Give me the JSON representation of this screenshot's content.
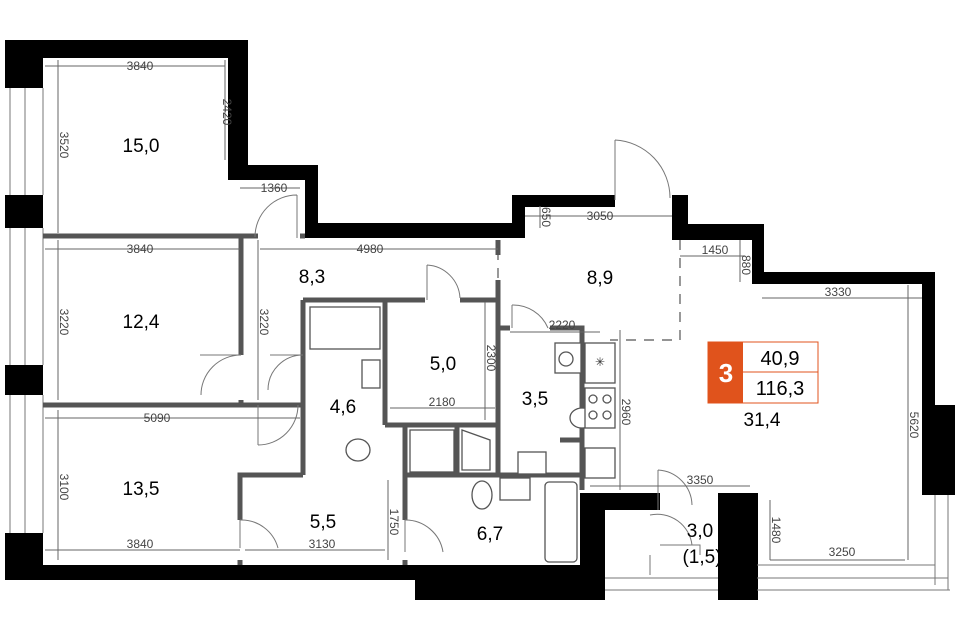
{
  "plan": {
    "rooms": {
      "bedroom_top": "15,0",
      "bedroom_mid": "12,4",
      "bedroom_bottom": "13,5",
      "hall": "8,3",
      "bathroom_small": "4,6",
      "closet": "5,0",
      "laundry": "3,5",
      "entry": "8,9",
      "storage": "5,5",
      "bathroom": "6,7",
      "balcony": "3,0",
      "balcony_reduced": "(1,5)",
      "living_kitchen": "31,4"
    },
    "dimensions": {
      "d3840_top": "3840",
      "d2420": "2420",
      "d3520": "3520",
      "d1360": "1360",
      "d3840_mid": "3840",
      "d4980": "4980",
      "d3220_left": "3220",
      "d3220_hall": "3220",
      "d5090": "5090",
      "d3100": "3100",
      "d3840_bottom": "3840",
      "d3130": "3130",
      "d1750": "1750",
      "d2300": "2300",
      "d2180": "2180",
      "d2220": "2220",
      "d2960": "2960",
      "d3050": "3050",
      "d650": "650",
      "d1450": "1450",
      "d880": "880",
      "d3330": "3330",
      "d5620": "5620",
      "d3350": "3350",
      "d1480": "1480",
      "d3250": "3250"
    },
    "badge": {
      "rooms_count": "3",
      "living_area": "40,9",
      "total_area": "116,3",
      "color": "#e0531c"
    }
  }
}
